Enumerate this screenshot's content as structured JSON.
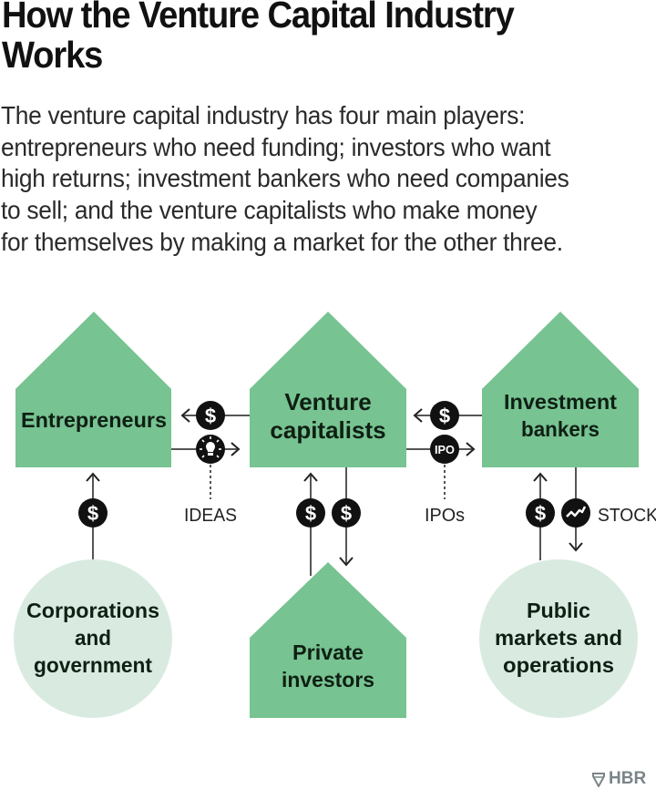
{
  "header": {
    "title_line1": "How the Venture Capital Industry",
    "title_line2": "Works"
  },
  "description": {
    "lines": [
      "The venture capital industry has four main players:",
      "entrepreneurs who need funding; investors who want",
      "high returns; investment bankers who need companies",
      "to sell; and the venture capitalists who make money",
      "for themselves by making a market for the other three."
    ]
  },
  "diagram": {
    "colors": {
      "house_fill": "#77c391",
      "circle_fill": "#d9ebe0",
      "icon_fill": "#111111",
      "line": "#555555",
      "label_text": "#0f1f14"
    },
    "nodes": {
      "entrepreneurs": {
        "label": "Entrepreneurs",
        "shape": "house"
      },
      "venture_capitalists": {
        "label_line1": "Venture",
        "label_line2": "capitalists",
        "shape": "house"
      },
      "investment_bankers": {
        "label_line1": "Investment",
        "label_line2": "bankers",
        "shape": "house"
      },
      "corporations": {
        "label_line1": "Corporations",
        "label_line2": "and",
        "label_line3": "government",
        "shape": "circle"
      },
      "private_investors": {
        "label_line1": "Private",
        "label_line2": "investors",
        "shape": "house"
      },
      "public_markets": {
        "label_line1": "Public",
        "label_line2": "markets and",
        "label_line3": "operations",
        "shape": "circle"
      }
    },
    "flows": {
      "vc_to_entrepreneurs": {
        "icon": "dollar-icon",
        "glyph": "$"
      },
      "entrepreneurs_to_vc": {
        "icon": "lightbulb-icon",
        "caption": "IDEAS"
      },
      "banks_to_vc": {
        "icon": "dollar-icon",
        "glyph": "$"
      },
      "vc_to_banks": {
        "icon": "ipo-icon",
        "glyph": "IPO",
        "caption": "IPOs"
      },
      "corporations_to_entrepreneurs": {
        "icon": "dollar-icon",
        "glyph": "$"
      },
      "private_to_vc": {
        "icon": "dollar-icon",
        "glyph": "$"
      },
      "vc_to_private": {
        "icon": "dollar-icon",
        "glyph": "$"
      },
      "public_to_banks": {
        "icon": "dollar-icon",
        "glyph": "$"
      },
      "banks_to_public": {
        "icon": "stock-chart-icon",
        "caption": "STOCK"
      }
    }
  },
  "footer": {
    "brand": "HBR"
  }
}
